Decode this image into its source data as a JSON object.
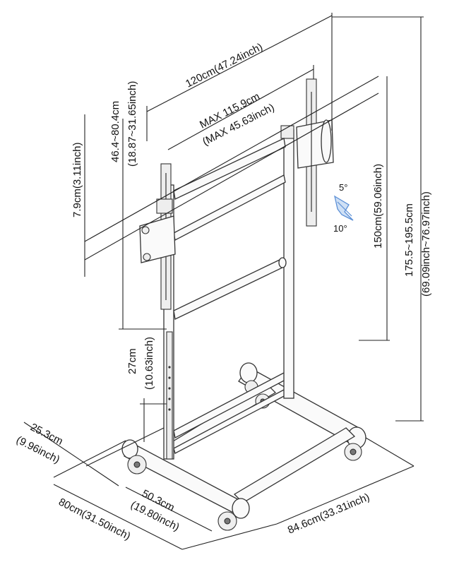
{
  "dimensions": {
    "width_total": "120cm(47.24inch)",
    "vesa_max_line1": "MAX 115.9cm",
    "vesa_max_line2": "(MAX 45.63inch)",
    "adjust_range_line1": "46.4~80.4cm",
    "adjust_range_line2": "(18.87~31.65inch)",
    "screen_offset": "7.9cm(3.11inch)",
    "height_150": "150cm(59.06inch)",
    "height_total_line1": "175.5~195.5cm",
    "height_total_line2": "(69.09inch~76.97inch)",
    "bracket_height_line1": "27cm",
    "bracket_height_line2": "(10.63inch)",
    "depth_small_line1": "25.3cm",
    "depth_small_line2": "(9.96inch)",
    "depth_large": "80cm(31.50inch)",
    "inner_line1": "50.3cm",
    "inner_line2": "(19.80inch)",
    "base_width": "84.6cm(33.31inch)"
  },
  "tilt": {
    "up": "5°",
    "down": "10°"
  },
  "colors": {
    "line": "#222222",
    "tilt_arrow": "#5b8fd6"
  }
}
